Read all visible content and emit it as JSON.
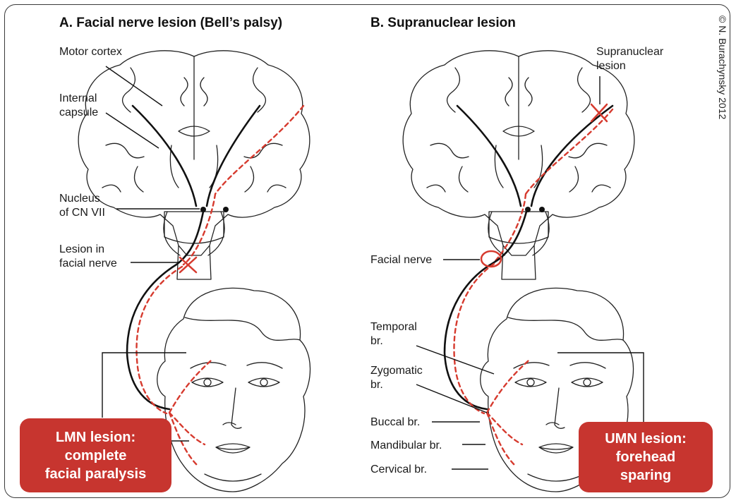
{
  "panel_a": {
    "title": "A. Facial nerve lesion (Bell’s palsy)",
    "labels": {
      "motor_cortex": "Motor cortex",
      "internal_capsule_1": "Internal",
      "internal_capsule_2": "capsule",
      "nucleus_1": "Nucleus",
      "nucleus_2": "of CN VII",
      "lesion_1": "Lesion in",
      "lesion_2": "facial nerve"
    },
    "callout": [
      "LMN lesion:",
      "complete",
      "facial paralysis"
    ]
  },
  "panel_b": {
    "title": "B. Supranuclear lesion",
    "labels": {
      "supranuclear_1": "Supranuclear",
      "supranuclear_2": "lesion",
      "facial_nerve": "Facial nerve",
      "temporal_1": "Temporal",
      "temporal_2": "br.",
      "zygomatic_1": "Zygomatic",
      "zygomatic_2": "br.",
      "buccal": "Buccal br.",
      "mandibular": "Mandibular br.",
      "cervical": "Cervical br."
    },
    "callout": [
      "UMN lesion:",
      "forehead",
      "sparing"
    ]
  },
  "copyright": "© N. Burachynsky 2012",
  "colors": {
    "lesion_red": "#d63a2e",
    "callout_red": "#c7352f",
    "outline": "#222222"
  }
}
